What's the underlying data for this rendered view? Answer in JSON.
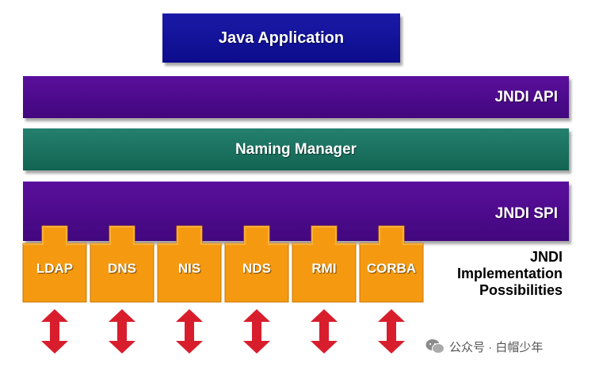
{
  "layers": {
    "java_application": "Java Application",
    "jndi_api": "JNDI API",
    "naming_manager": "Naming Manager",
    "jndi_spi": "JNDI SPI"
  },
  "providers": [
    "LDAP",
    "DNS",
    "NIS",
    "NDS",
    "RMI",
    "CORBA"
  ],
  "implementation_label": [
    "JNDI",
    "Implementation",
    "Possibilities"
  ],
  "watermark": "公众号 · 白帽少年",
  "colors": {
    "java_application": "#12129a",
    "jndi_layers": "#4e0a8c",
    "naming_manager": "#1c7462",
    "providers": "#f59a10",
    "arrows": "#d81e2c"
  },
  "icons": {
    "provider_arrow": "double-headed-vertical-arrow",
    "watermark": "wechat-icon"
  }
}
